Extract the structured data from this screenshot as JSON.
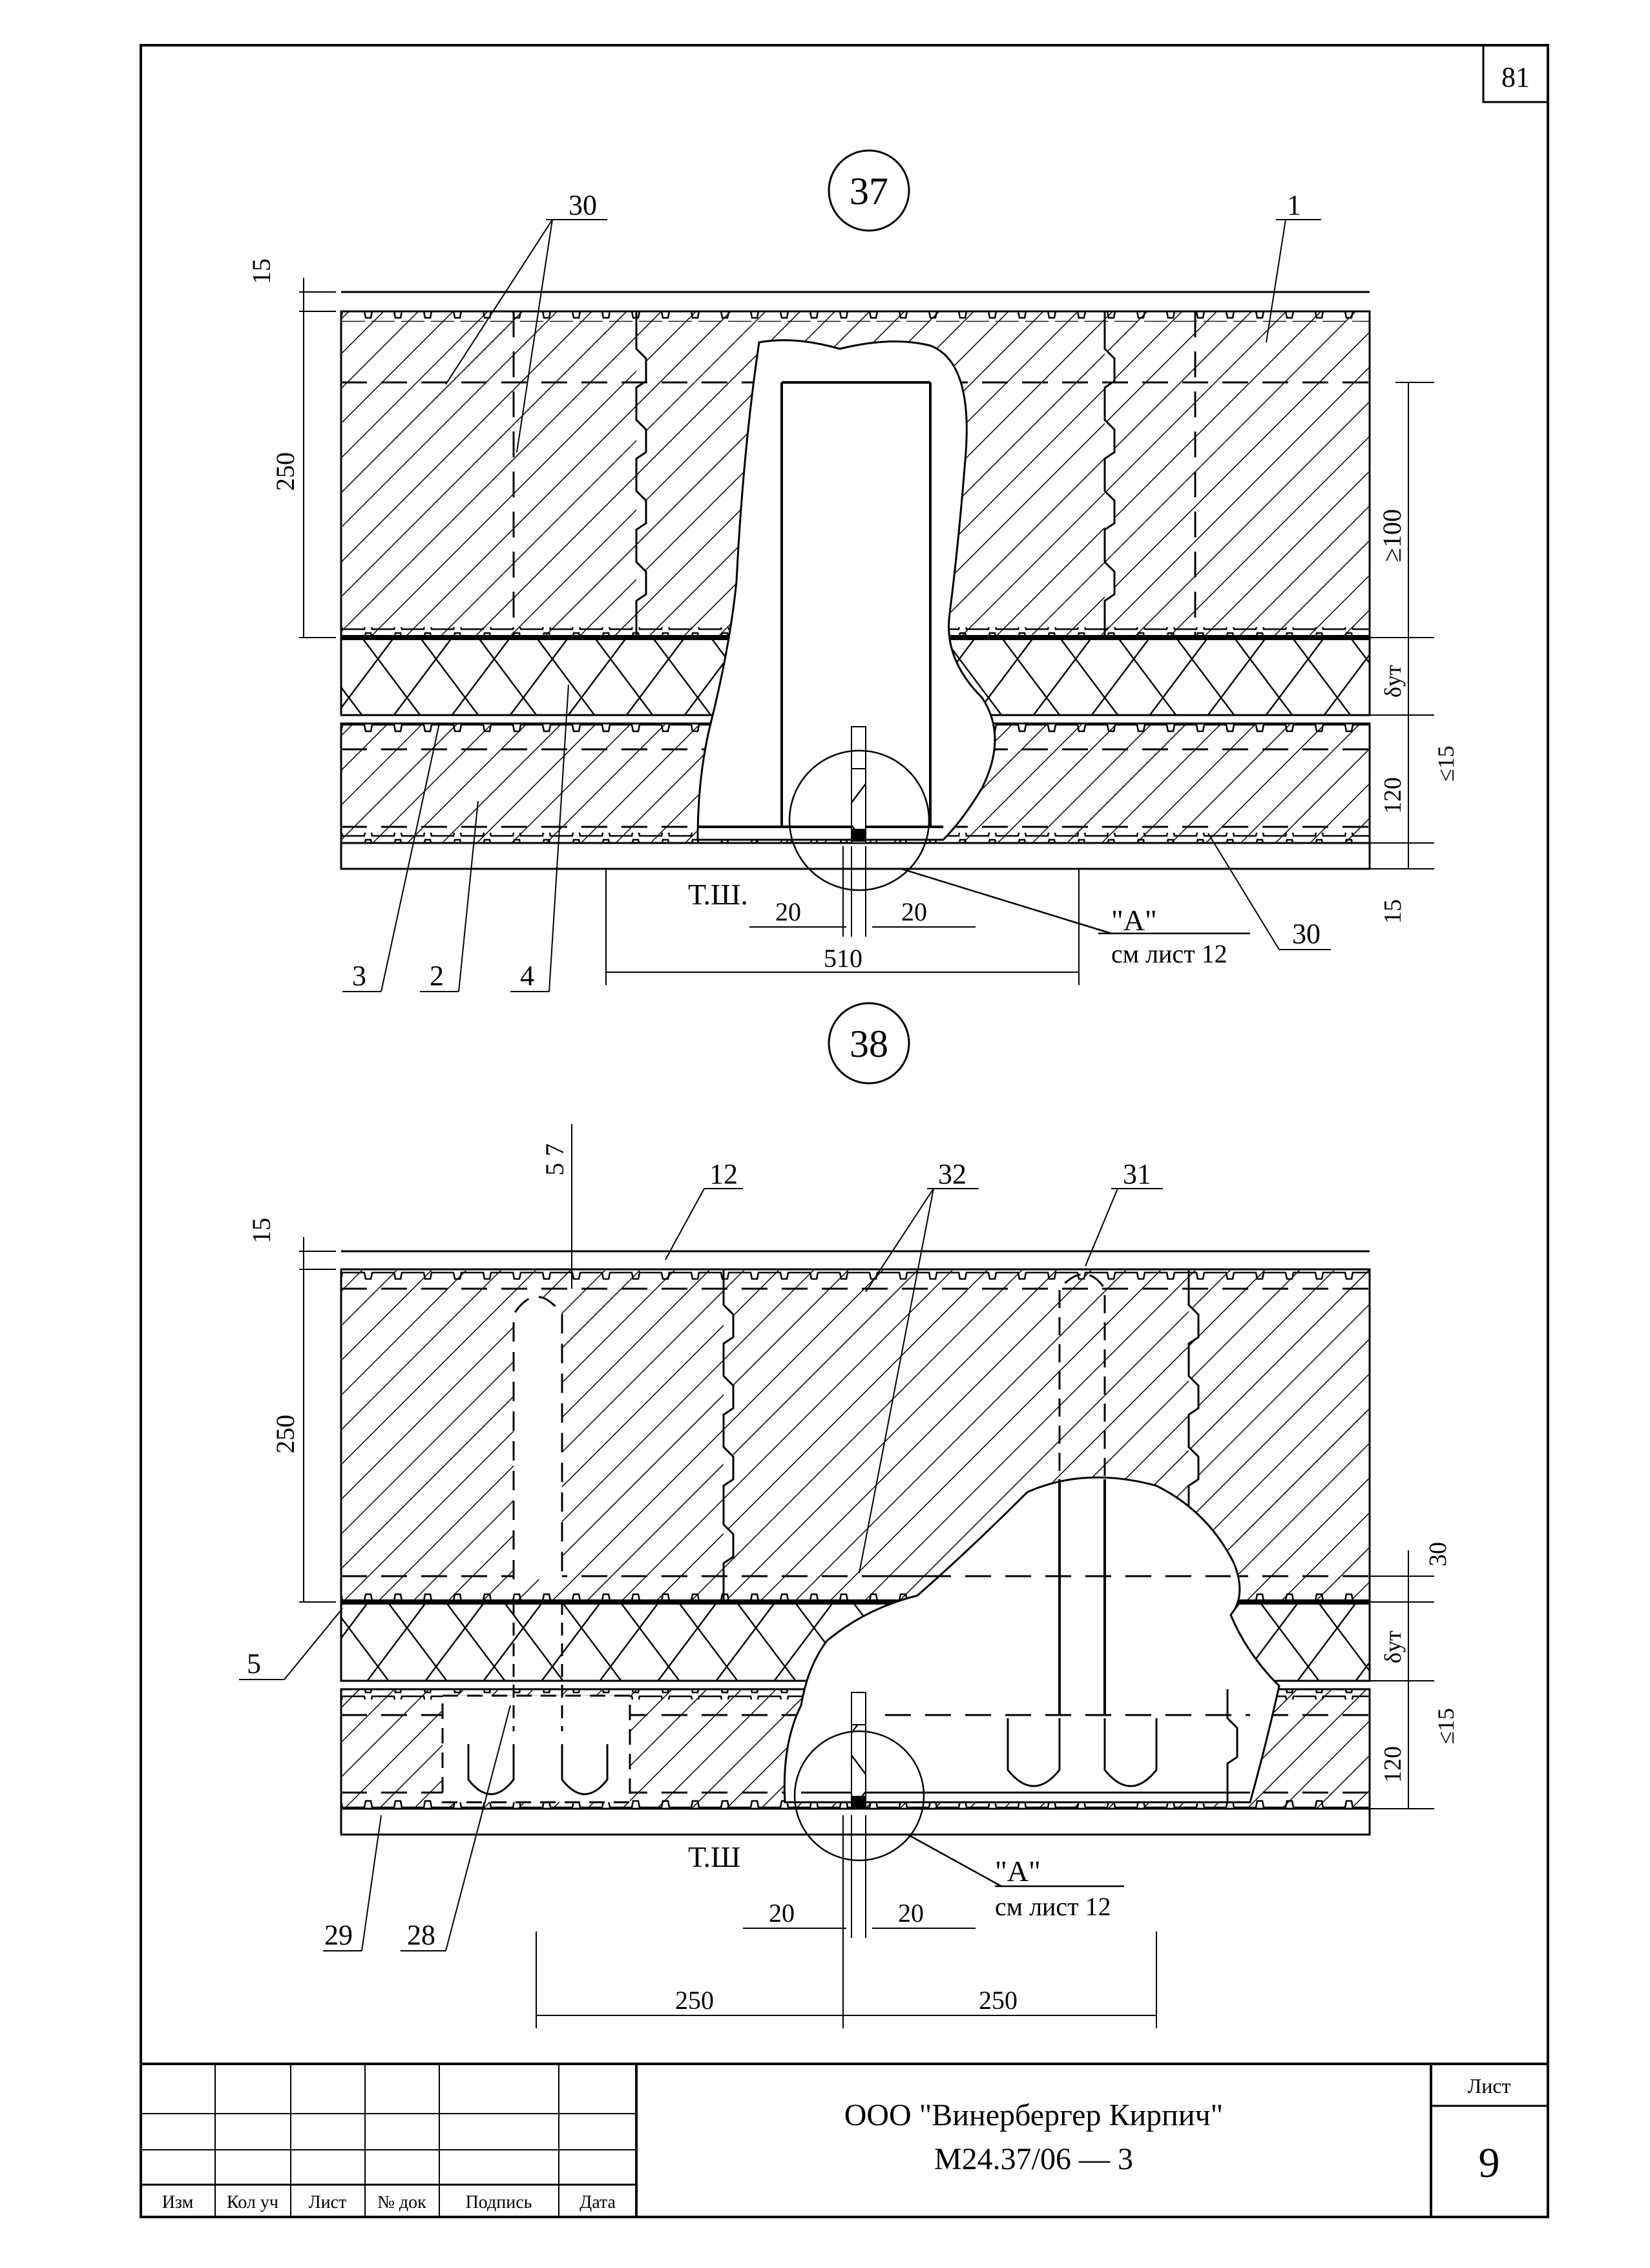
{
  "page_number": "81",
  "detail_37": {
    "marker": "37",
    "labels": {
      "pos_30_top": "30",
      "pos_1": "1",
      "pos_3": "3",
      "pos_2": "2",
      "pos_4": "4",
      "pos_30_bottom": "30"
    },
    "dims": {
      "top_15": "15",
      "height_250": "250",
      "ge_100": "≥100",
      "delta": "δут",
      "le_15": "≤15",
      "h_120": "120",
      "bottom_15": "15",
      "gap_left_20": "20",
      "gap_right_20": "20",
      "width_510": "510"
    },
    "joint_label": "Т.Ш.",
    "callout": {
      "name": "\"A\"",
      "ref": "см  лист 12"
    }
  },
  "detail_38": {
    "marker": "38",
    "labels": {
      "pos_5_7": "5 7",
      "pos_12": "12",
      "pos_32": "32",
      "pos_31": "31",
      "pos_5": "5",
      "pos_29": "29",
      "pos_28": "28"
    },
    "dims": {
      "top_15": "15",
      "height_250": "250",
      "dim_30": "30",
      "delta": "δут",
      "le_15": "≤15",
      "h_120": "120",
      "gap_left_20": "20",
      "gap_right_20": "20",
      "width_left_250": "250",
      "width_right_250": "250"
    },
    "joint_label": "Т.Ш",
    "callout": {
      "name": "\"A\"",
      "ref": "см  лист 12"
    }
  },
  "title_block": {
    "columns": [
      "Изм",
      "Кол уч",
      "Лист",
      "№ док",
      "Подпись",
      "Дата"
    ],
    "company": "ООО \"Винербергер Кирпич\"",
    "code": "М24.37/06  —  3",
    "sheet_label": "Лист",
    "sheet_number": "9"
  }
}
